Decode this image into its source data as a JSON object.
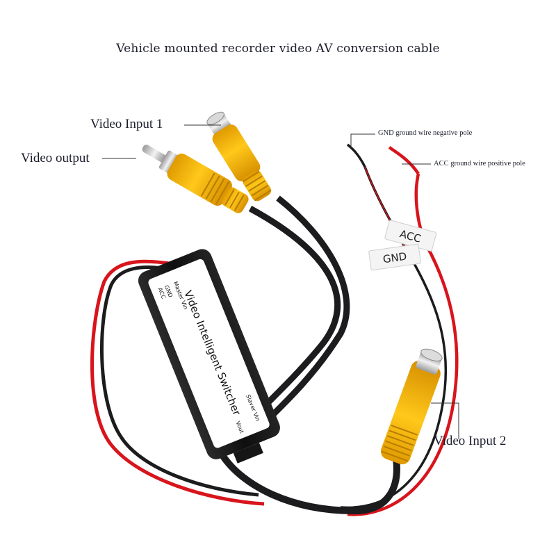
{
  "title": "Vehicle mounted recorder video AV conversion cable",
  "callouts": {
    "video_input_1": "Video Input 1",
    "video_output": "Video output",
    "video_input_2": "Video Input 2",
    "gnd_wire": "GND ground wire negative pole",
    "acc_wire": "ACC ground wire positive pole"
  },
  "tags": {
    "acc": "ACC",
    "gnd": "GND"
  },
  "module": {
    "name": "Video Intelligent Switcher",
    "master": "Master Vin",
    "gnd": "GND",
    "acc": "ACC",
    "slave": "Slaver Vin",
    "vout": "Vout"
  },
  "colors": {
    "plug_yellow": "#f5b400",
    "cable_black": "#1c1c1e",
    "wire_red": "#d8141c",
    "module_black": "#161616"
  }
}
